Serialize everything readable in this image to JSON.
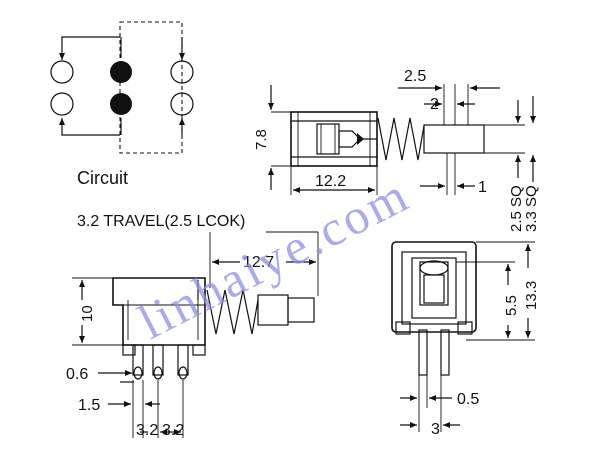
{
  "circuit": {
    "label": "Circuit"
  },
  "side_view": {
    "dim_top": "2.5",
    "dim_mid": "2",
    "dim_height": "7.8",
    "dim_length": "12.2",
    "dim_right": "1",
    "dim_sq_a": "2.5 SQ",
    "dim_sq_b": "3.3 SQ"
  },
  "lower_view": {
    "travel": "3.2 TRAVEL(2.5 LCOK)",
    "dim_length": "12.7",
    "dim_height": "10",
    "dim_pin": "0.6",
    "dim_offset": "1.5",
    "dim_pitch_a": "3.2",
    "dim_pitch_b": "3.2"
  },
  "front_view": {
    "dim_inner": "5.5",
    "dim_total": "13.3",
    "dim_pin": "0.5",
    "dim_pitch": "3"
  },
  "watermark": "linhaiye.com"
}
